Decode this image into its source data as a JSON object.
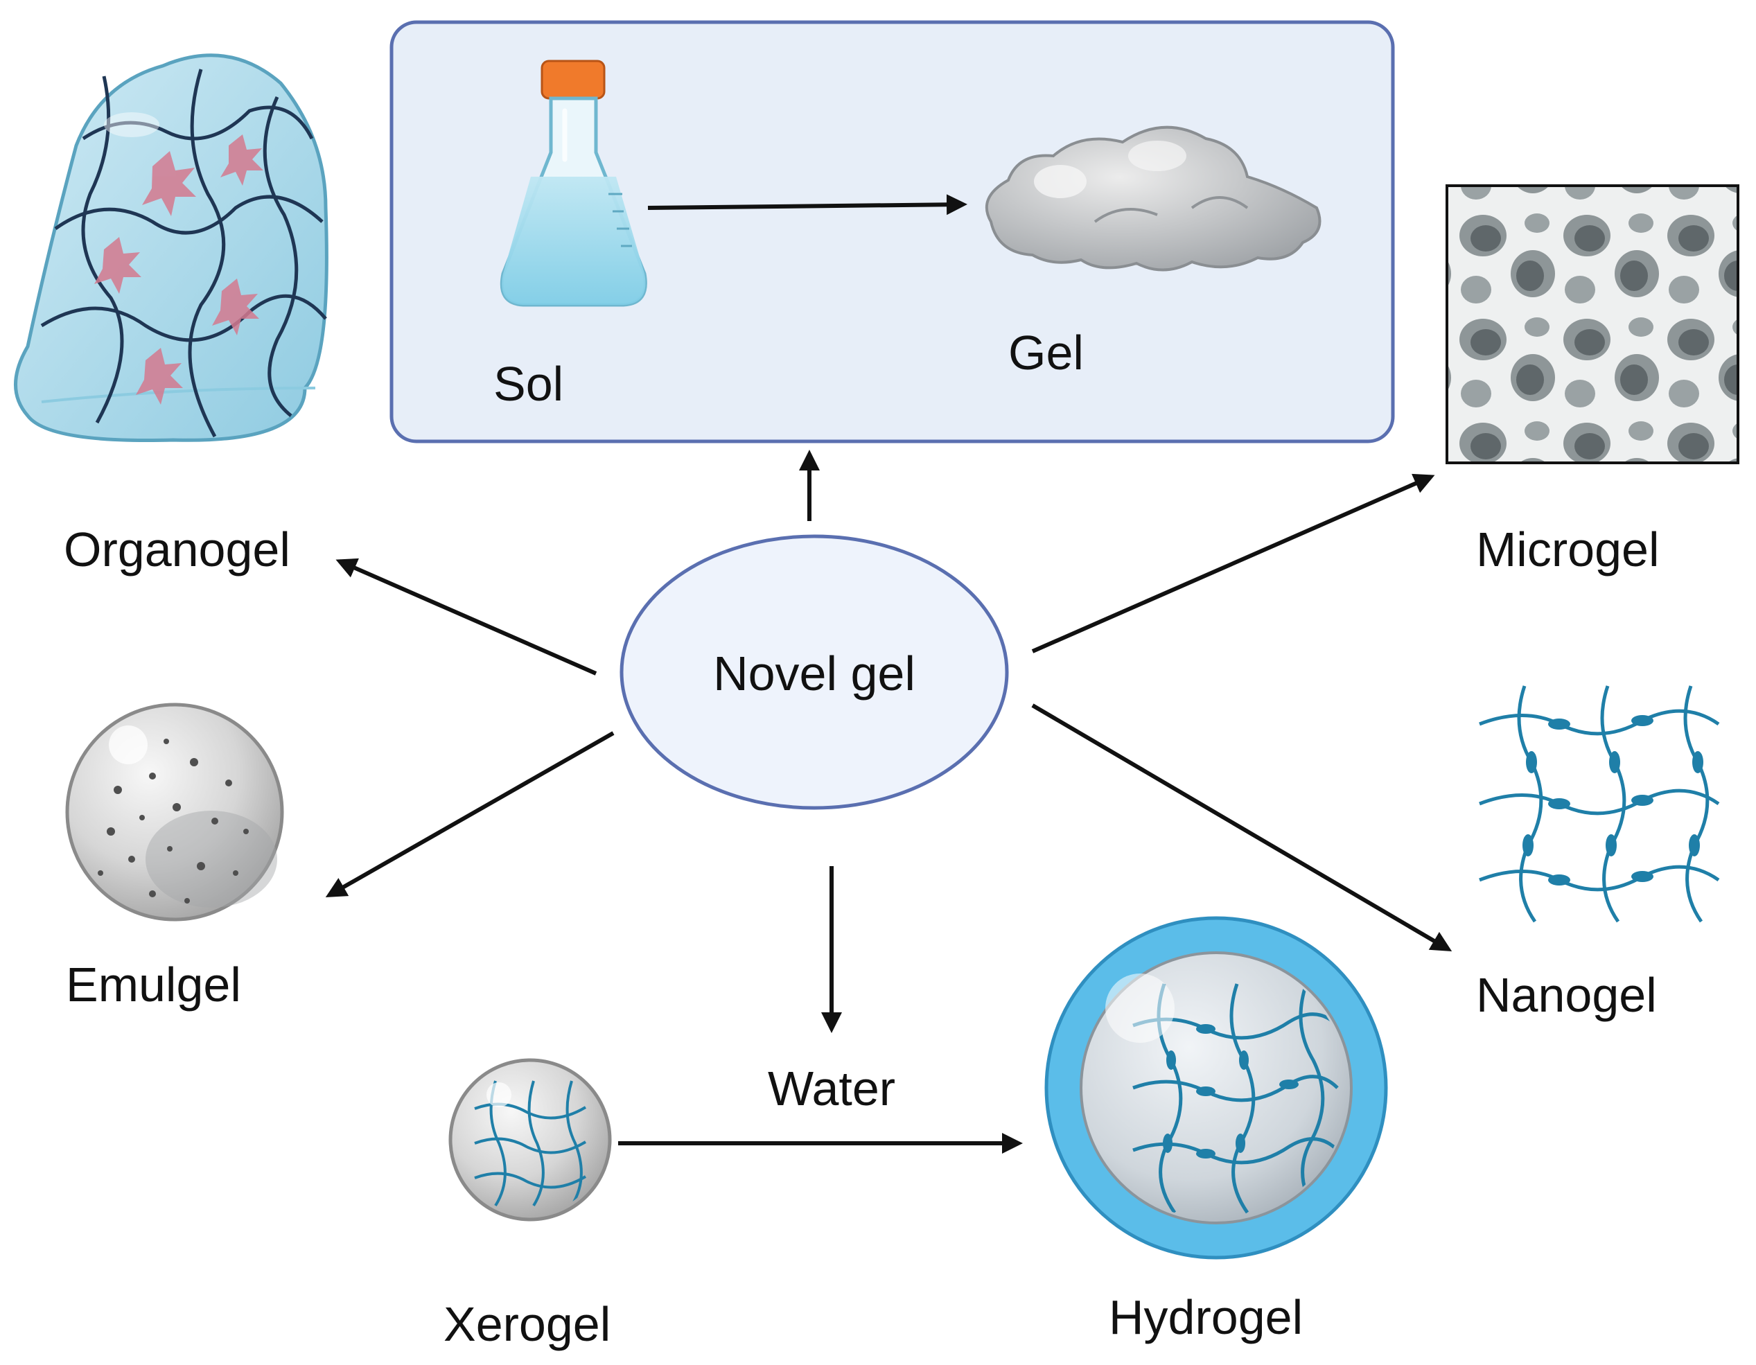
{
  "diagram": {
    "center": {
      "label": "Novel gel"
    },
    "process_box": {
      "from_label": "Sol",
      "to_label": "Gel"
    },
    "types": [
      {
        "id": "organogel",
        "label": "Organogel"
      },
      {
        "id": "microgel",
        "label": "Microgel"
      },
      {
        "id": "emulgel",
        "label": "Emulgel"
      },
      {
        "id": "nanogel",
        "label": "Nanogel"
      },
      {
        "id": "xerogel",
        "label": "Xerogel"
      },
      {
        "id": "hydrogel",
        "label": "Hydrogel"
      }
    ],
    "conversion": {
      "agent_label": "Water"
    }
  },
  "colors": {
    "box_fill": "#e7eef8",
    "box_stroke": "#5a6fb0",
    "center_fill": "#eef3fc",
    "center_stroke": "#5a6fb0",
    "network": "#1f7fa8",
    "hydrogel_ring": "#5bbde9",
    "arrow": "#111111"
  }
}
